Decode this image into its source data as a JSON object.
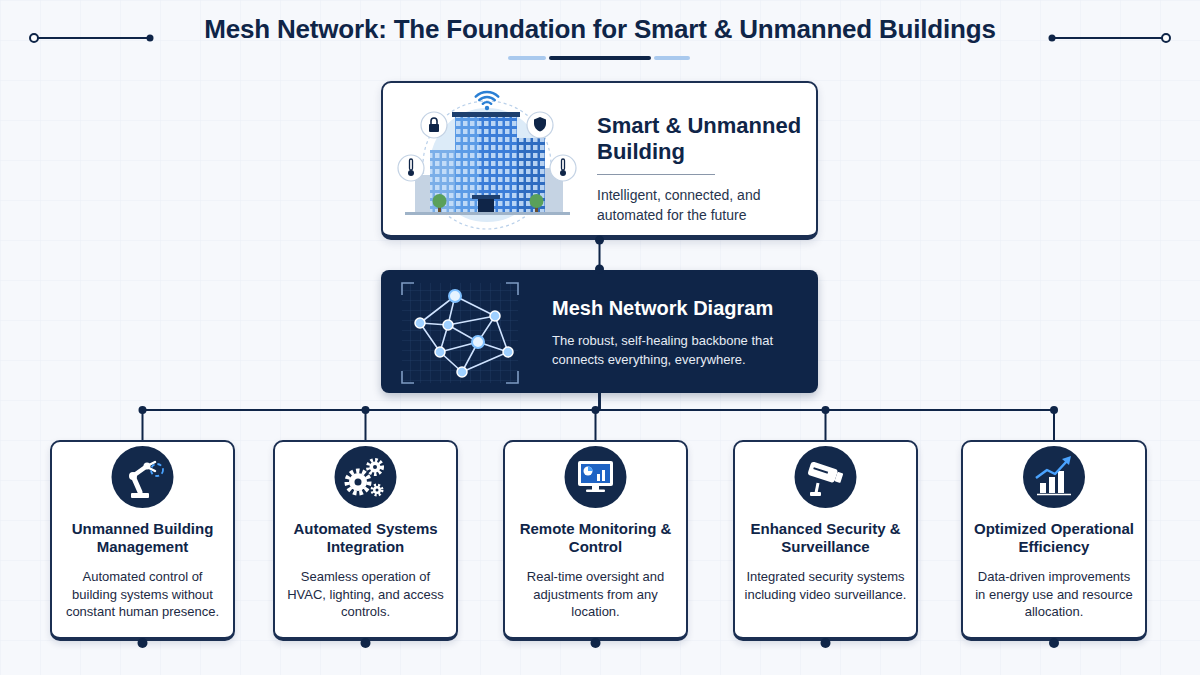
{
  "diagram": {
    "title": "Mesh Network: The Foundation for Smart & Unmanned Buildings",
    "nodes": [
      {
        "text": [
          "Smart & Unmanned Building",
          "Intelligent, connected, and automated for the future"
        ]
      },
      {
        "text": [
          "Mesh Network Diagram",
          "The robust, self-healing backbone that connects everything, everywhere."
        ]
      },
      {
        "text": [
          "Unmanned Building Management",
          "Automated control of building systems without constant human presence."
        ]
      },
      {
        "text": [
          "Automated Systems Integration",
          "Seamless operation of HVAC, lighting, and access controls."
        ]
      },
      {
        "text": [
          "Remote Monitoring & Control",
          "Real-time oversight and adjustments from any location."
        ]
      },
      {
        "text": [
          "Enhanced Security & Surveillance",
          "Integrated security systems including video surveillance."
        ]
      },
      {
        "text": [
          "Optimized Operational Efficiency",
          "Data-driven improvements in energy use and resource allocation."
        ]
      }
    ],
    "edges": [
      {
        "from": 0,
        "to": 1,
        "arrow": "none"
      },
      {
        "from": 1,
        "to": 2,
        "arrow": "none"
      },
      {
        "from": 1,
        "to": 3,
        "arrow": "none"
      },
      {
        "from": 1,
        "to": 4,
        "arrow": "none"
      },
      {
        "from": 1,
        "to": 5,
        "arrow": "none"
      },
      {
        "from": 1,
        "to": 6,
        "arrow": "none"
      }
    ]
  }
}
